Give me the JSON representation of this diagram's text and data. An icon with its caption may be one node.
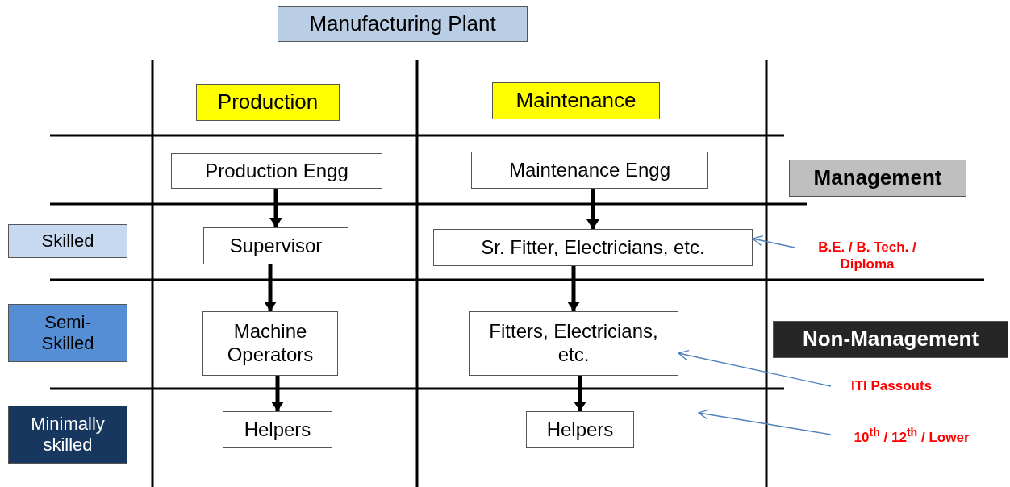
{
  "diagram": {
    "nodes": [
      {
        "text": [
          "Manufacturing Plant"
        ]
      },
      {
        "text": [
          "Production"
        ]
      },
      {
        "text": [
          "Maintenance"
        ]
      },
      {
        "text": [
          "Production Engg"
        ]
      },
      {
        "text": [
          "Maintenance Engg"
        ]
      },
      {
        "text": [
          "Management"
        ]
      },
      {
        "text": [
          "Skilled"
        ]
      },
      {
        "text": [
          "Supervisor"
        ]
      },
      {
        "text": [
          "Sr. Fitter, Electricians, etc."
        ]
      },
      {
        "text": [
          "B.E. / B. Tech. / Diploma"
        ]
      },
      {
        "text": [
          "Semi-Skilled"
        ]
      },
      {
        "text": [
          "Machine Operators"
        ]
      },
      {
        "text": [
          "Fitters, Electricians, etc."
        ]
      },
      {
        "text": [
          "Non-Management"
        ]
      },
      {
        "text": [
          "ITI Passouts"
        ]
      },
      {
        "text": [
          "Minimally skilled"
        ]
      },
      {
        "text": [
          "Helpers"
        ]
      },
      {
        "text": [
          "Helpers"
        ]
      },
      {
        "text": [
          "10$^{th}$ / 12$^{th}$ / Lower"
        ]
      }
    ],
    "edges": [
      {
        "from": 3,
        "to": 7,
        "arrow": "to"
      },
      {
        "from": 7,
        "to": 11,
        "arrow": "to"
      },
      {
        "from": 11,
        "to": 16,
        "arrow": "to"
      },
      {
        "from": 4,
        "to": 8,
        "arrow": "to"
      },
      {
        "from": 8,
        "to": 12,
        "arrow": "to"
      },
      {
        "from": 12,
        "to": 17,
        "arrow": "to"
      },
      {
        "from": 9,
        "to": 8,
        "arrow": "to",
        "color": "#4f81bd"
      },
      {
        "from": 14,
        "to": 12,
        "arrow": "to",
        "color": "#4f81bd"
      },
      {
        "from": 18,
        "to": null,
        "arrow": "to",
        "color": "#4f81bd"
      }
    ]
  }
}
